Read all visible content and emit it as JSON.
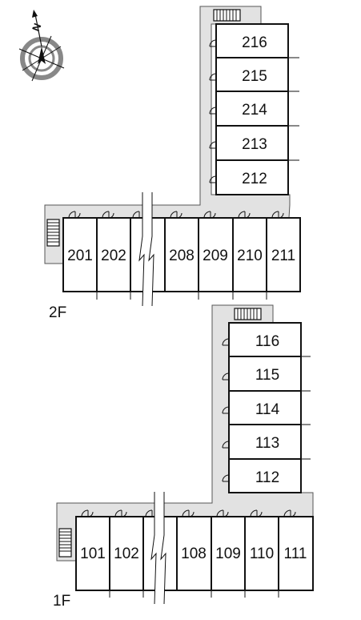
{
  "compass": {
    "north_label": "N",
    "icon": "compass-rose-icon"
  },
  "floors": [
    {
      "label": "2F",
      "row_units": [
        "201",
        "202",
        "208",
        "209",
        "210",
        "211"
      ],
      "wing_units": [
        "216",
        "215",
        "214",
        "213",
        "212"
      ]
    },
    {
      "label": "1F",
      "row_units": [
        "101",
        "102",
        "108",
        "109",
        "110",
        "111"
      ],
      "wing_units": [
        "116",
        "115",
        "114",
        "113",
        "112"
      ]
    }
  ],
  "colors": {
    "corridor": "#e2e2e2",
    "wall": "#111111",
    "compass": "#888888"
  }
}
